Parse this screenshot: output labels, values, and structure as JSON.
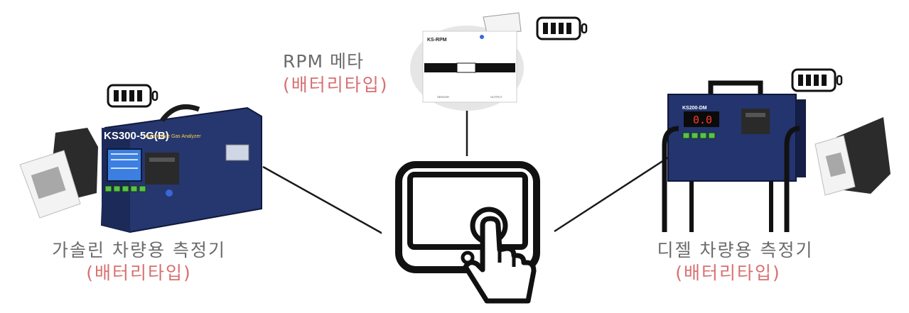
{
  "colors": {
    "caption_gray": "#6b6b6b",
    "battery_type_red": "#d87070",
    "connector_line": "#1a1a1a",
    "gasoline_device_body": "#24346e",
    "diesel_device_body": "#1f2f6a"
  },
  "nodes": {
    "gasoline": {
      "title": "가솔린 차량용 측정기",
      "subtitle": "(배터리타입)",
      "model_label": "KS300-5G(B)",
      "panel_label": "Automotive Gas Analyzer",
      "battery_icon": "battery-full-icon"
    },
    "rpm": {
      "title": "RPM 메타",
      "subtitle": "(배터리타입)",
      "model_label": "KS-RPM",
      "battery_icon": "battery-full-icon"
    },
    "diesel": {
      "title": "디젤 차량용 측정기",
      "subtitle": "(배터리타입)",
      "model_label": "KS200-DM",
      "display_value": "0.0",
      "battery_icon": "battery-full-icon"
    },
    "tablet": {
      "icon": "tablet-touch-icon"
    }
  }
}
